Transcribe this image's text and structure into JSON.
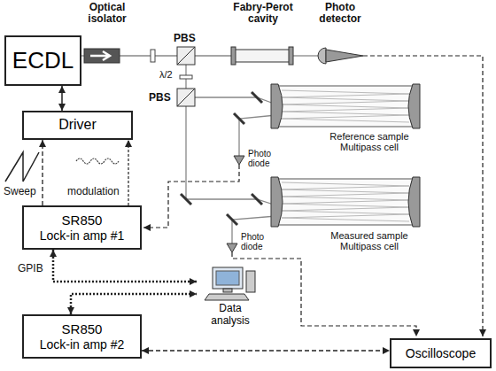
{
  "diagram": {
    "nodes": [
      {
        "text": [
          "ECDL"
        ]
      },
      {
        "text": [
          "Driver"
        ]
      },
      {
        "text": [
          "SR850",
          "Lock-in amp #1"
        ]
      },
      {
        "text": [
          "Data analysis"
        ]
      },
      {
        "text": [
          "SR850",
          "Lock-in amp #2"
        ]
      },
      {
        "text": [
          "Oscilloscope"
        ]
      }
    ],
    "edges": [
      {
        "from": 0,
        "to": 1,
        "arrow": "both"
      },
      {
        "from": 2,
        "to": 1,
        "arrow": "to"
      },
      {
        "from": 2,
        "to": 1,
        "arrow": "to"
      },
      {
        "from": 2,
        "to": 3,
        "arrow": "both"
      },
      {
        "from": 4,
        "to": 3,
        "arrow": "both"
      },
      {
        "from": 4,
        "to": 5,
        "arrow": "both"
      }
    ],
    "labels": [
      "Optical isolator",
      "PBS",
      "Fabry-Perot cavity",
      "Photo detector",
      "λ/2",
      "PBS",
      "Reference sample Multipass cell",
      "Photo diode",
      "Measured sample Multipass cell",
      "Photo diode",
      "Sweep",
      "modulation",
      "GPIB"
    ]
  }
}
